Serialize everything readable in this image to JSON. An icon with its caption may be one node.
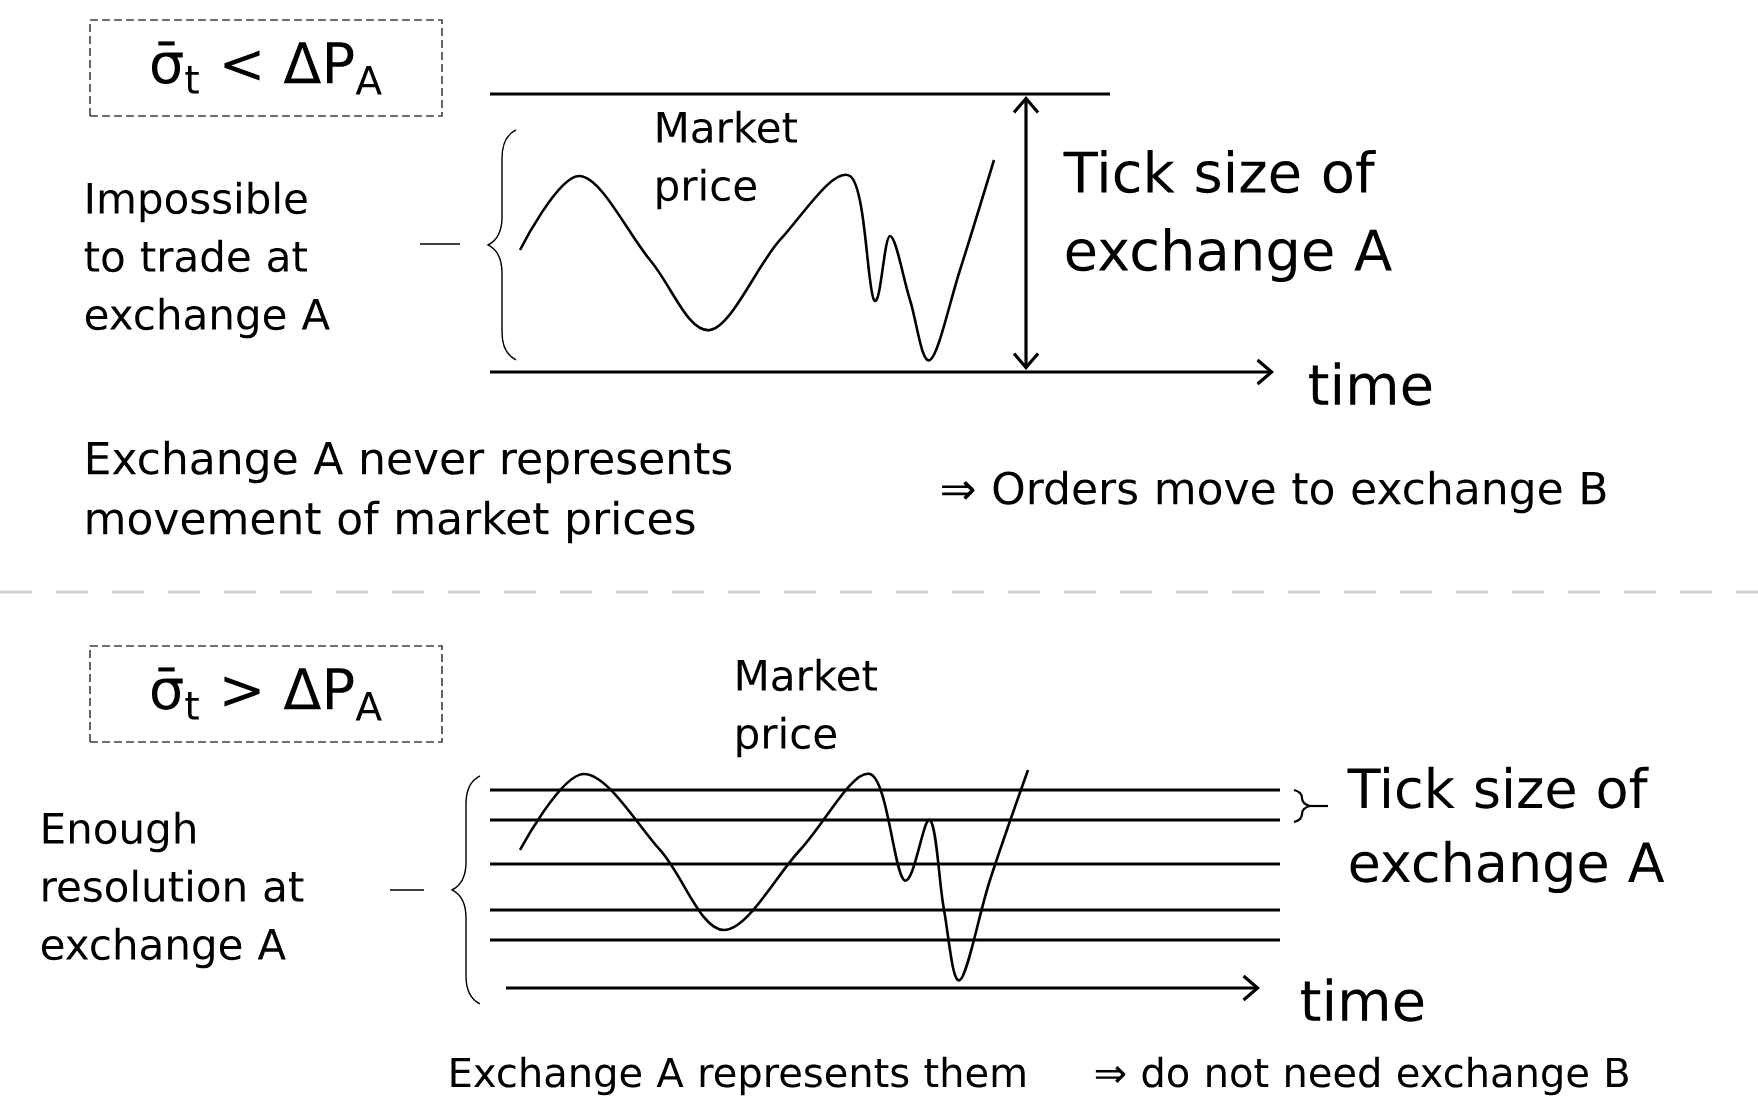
{
  "diagram": {
    "nodes": [
      {
        "text": [
          "σ̄$_{t}$ < ΔP$_{A}$"
        ]
      },
      {
        "text": [
          "σ̄$_{t}$ > ΔP$_{A}$"
        ]
      }
    ],
    "labels": [
      "Market price",
      "Impossible to trade at exchange A",
      "Tick size of exchange A",
      "time",
      "Exchange A never represents movement of market prices",
      "⇒ Orders move to exchange B",
      "Market price",
      "Tick size of exchange A",
      "Enough resolution at exchange A",
      "time",
      "Exchange A represents them",
      "⇒ do not need exchange B"
    ]
  }
}
